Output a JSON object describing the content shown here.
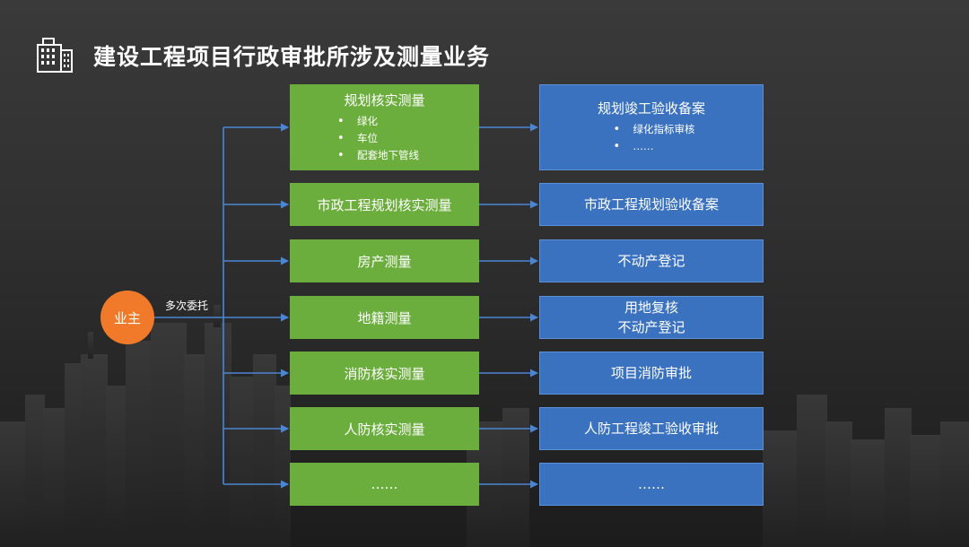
{
  "title": "建设工程项目行政审批所涉及测量业务",
  "owner": {
    "label": "业主",
    "arrow_label": "多次委托"
  },
  "colors": {
    "green": "#6cae3e",
    "blue": "#3a72c0",
    "orange": "#f07a2a",
    "connector": "#4a86d4"
  },
  "rows": [
    {
      "survey": {
        "title": "规划核实测量",
        "bullets": [
          "绿化",
          "车位",
          "配套地下管线"
        ]
      },
      "approval": {
        "title": "规划竣工验收备案",
        "bullets": [
          "绿化指标审核",
          "……"
        ]
      }
    },
    {
      "survey": {
        "title": "市政工程规划核实测量"
      },
      "approval": {
        "lines": [
          "市政工程规划验收备案"
        ]
      }
    },
    {
      "survey": {
        "title": "房产测量"
      },
      "approval": {
        "lines": [
          "不动产登记"
        ]
      }
    },
    {
      "survey": {
        "title": "地籍测量"
      },
      "approval": {
        "lines": [
          "用地复核",
          "不动产登记"
        ]
      }
    },
    {
      "survey": {
        "title": "消防核实测量"
      },
      "approval": {
        "lines": [
          "项目消防审批"
        ]
      }
    },
    {
      "survey": {
        "title": "人防核实测量"
      },
      "approval": {
        "lines": [
          "人防工程竣工验收审批"
        ]
      }
    },
    {
      "survey": {
        "title": "……"
      },
      "approval": {
        "lines": [
          "……"
        ]
      }
    }
  ]
}
